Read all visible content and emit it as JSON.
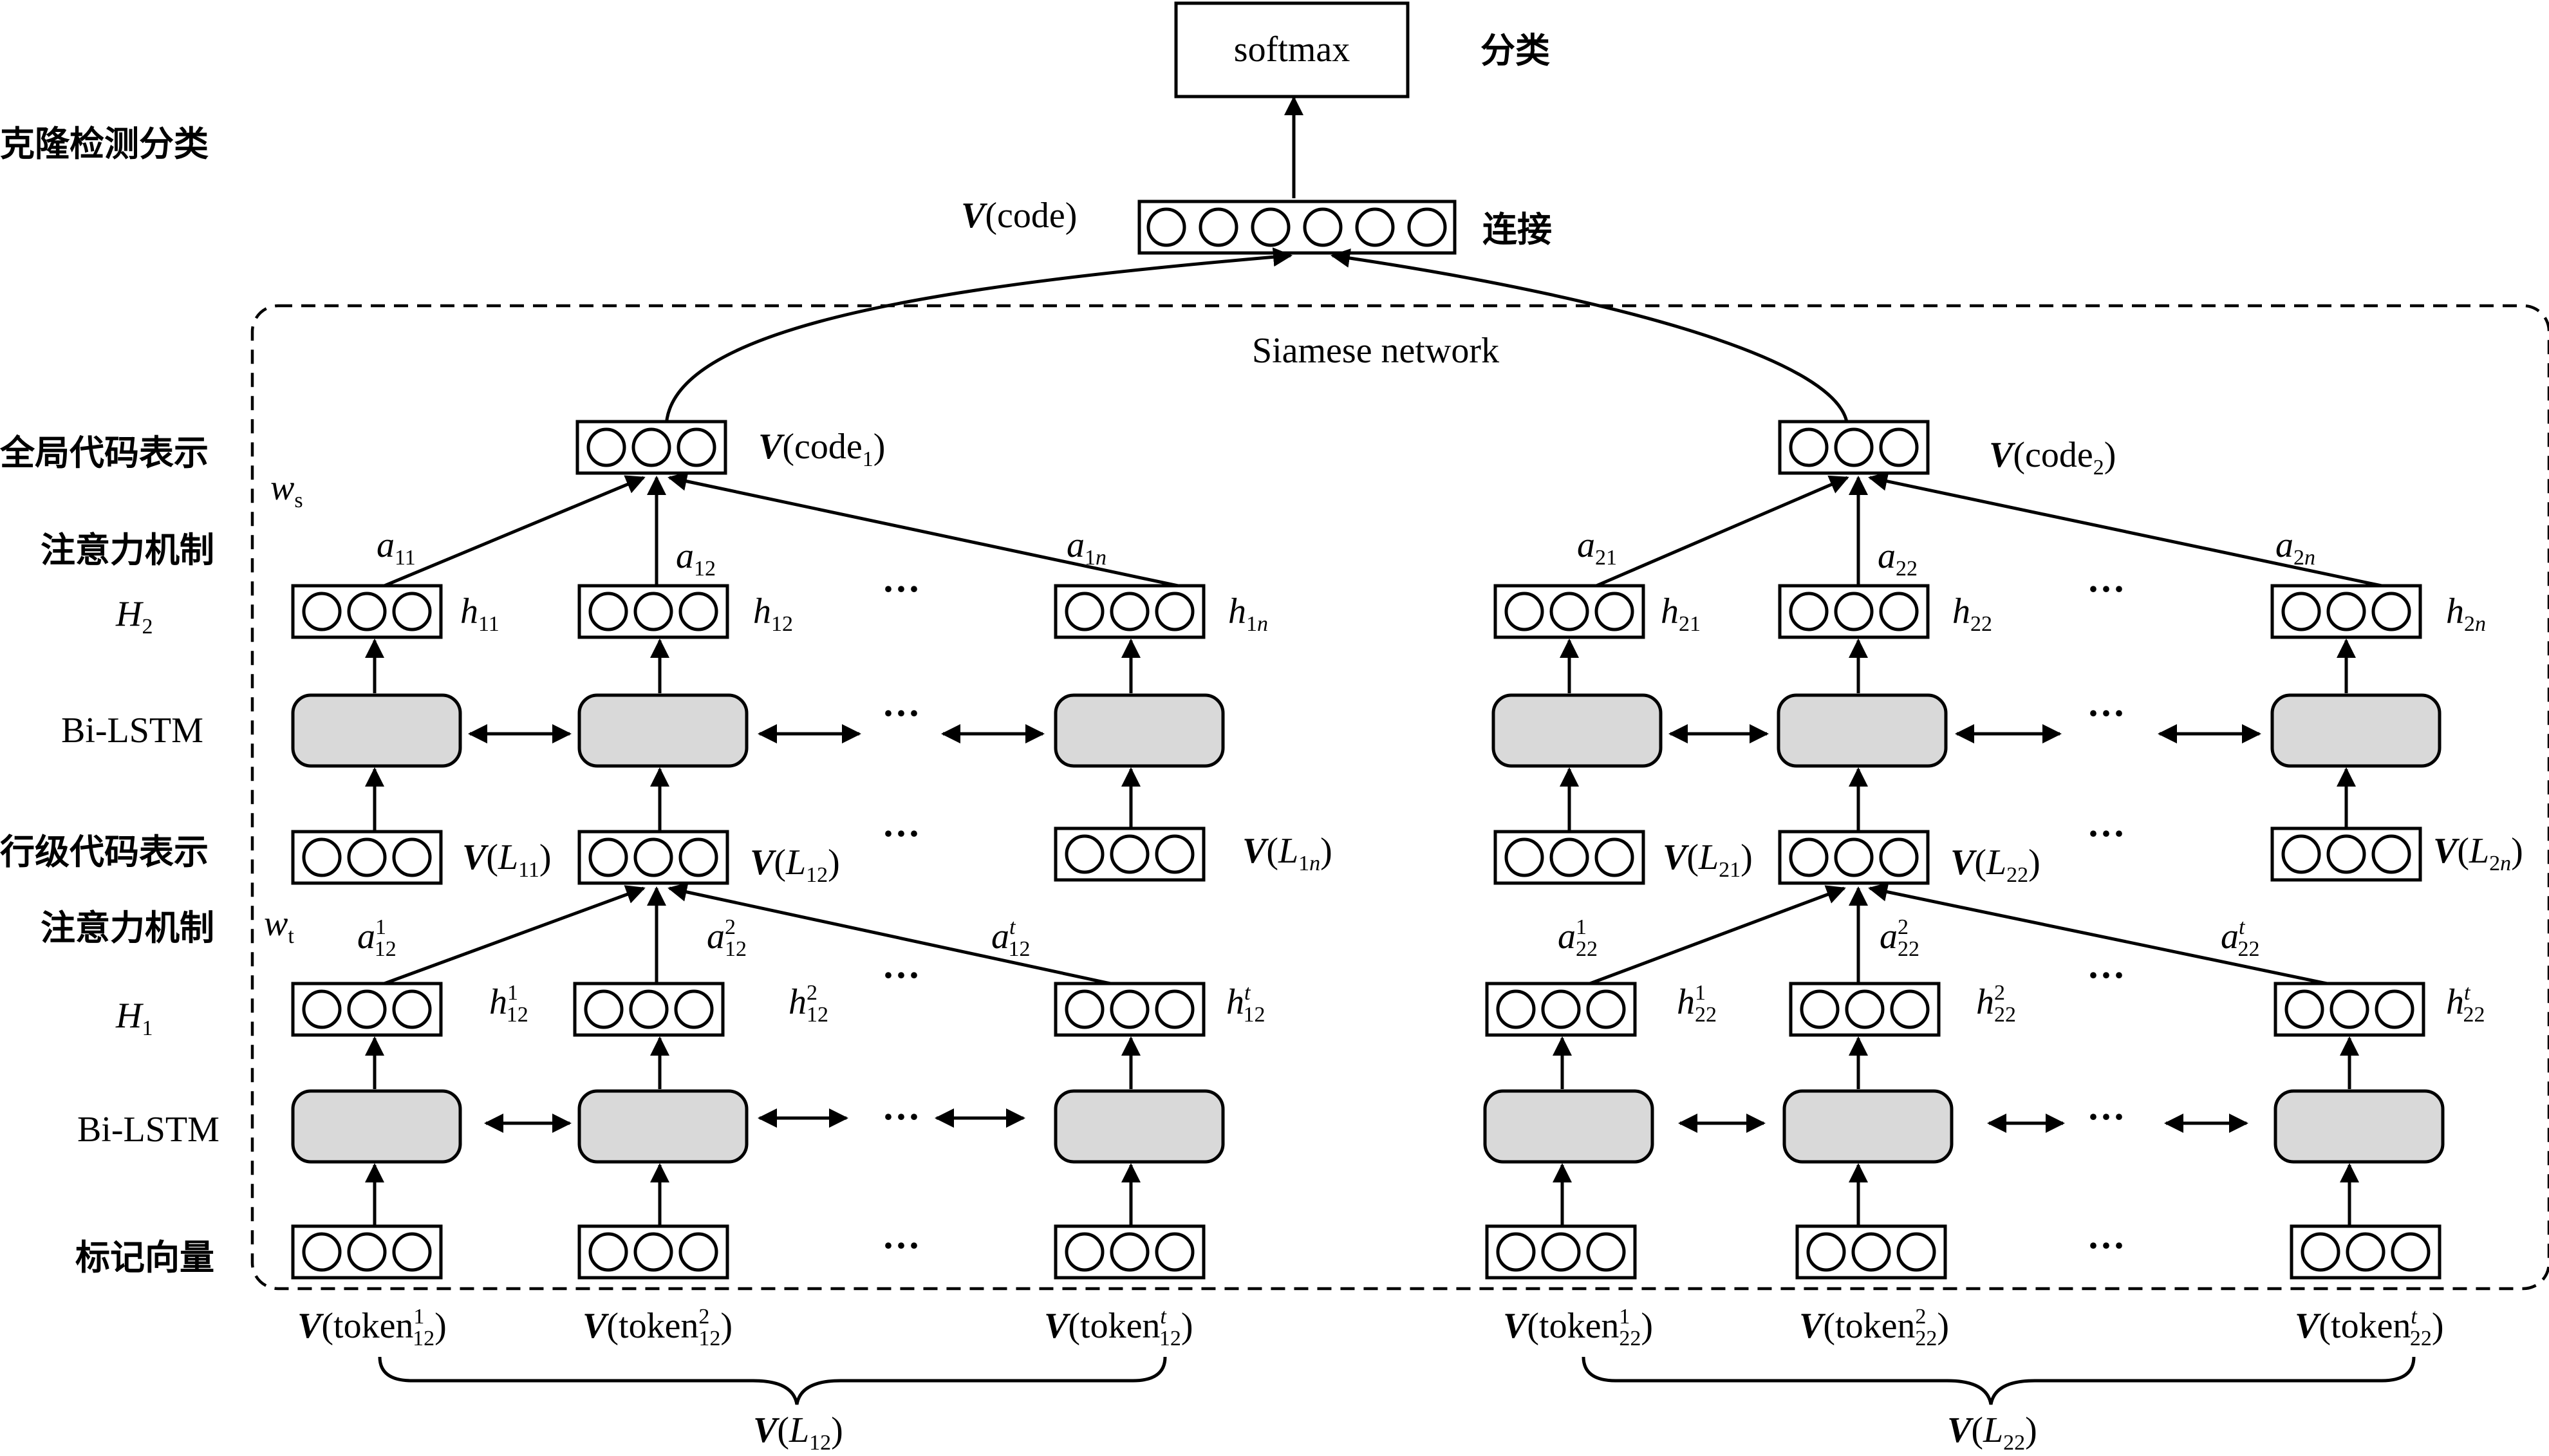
{
  "top": {
    "softmax_label": "softmax",
    "classify_label": "分类",
    "vcode_label": "code",
    "concat_label": "连接"
  },
  "siamese_label": "Siamese network",
  "side_labels": {
    "clone_detection": "克隆检测分类",
    "global_code_repr": "全局代码表示",
    "attention_top": "注意力机制",
    "h2": "H",
    "bilstm_top": "Bi-LSTM",
    "line_code_repr": "行级代码表示",
    "attention_bottom": "注意力机制",
    "h1": "H",
    "bilstm_bottom": "Bi-LSTM",
    "token_vectors": "标记向量"
  },
  "weights": {
    "ws": "w",
    "wt": "w"
  },
  "left_branch": {
    "code_label": "code",
    "code_sub": "1",
    "att_top": [
      "a11",
      "a12",
      "a1n"
    ],
    "h2": [
      "h11",
      "h12",
      "h1n"
    ],
    "line_vectors": [
      "L11",
      "L12",
      "L1n"
    ],
    "att_bottom": [
      "a12^1",
      "a12^2",
      "a12^t"
    ],
    "h1": [
      "h12^1",
      "h12^2",
      "h12^t"
    ],
    "tokens": [
      "token12^1",
      "token12^2",
      "token12^t"
    ],
    "brace_label": "L12"
  },
  "right_branch": {
    "code_label": "code",
    "code_sub": "2",
    "att_top": [
      "a21",
      "a22",
      "a2n"
    ],
    "h2": [
      "h21",
      "h22",
      "h2n"
    ],
    "line_vectors": [
      "L21",
      "L22",
      "L2n"
    ],
    "att_bottom": [
      "a22^1",
      "a22^2",
      "a22^t"
    ],
    "h1": [
      "h22^1",
      "h22^2",
      "h22^t"
    ],
    "tokens": [
      "token22^1",
      "token22^2",
      "token22^t"
    ],
    "brace_label": "L22"
  },
  "ellipsis": "···"
}
